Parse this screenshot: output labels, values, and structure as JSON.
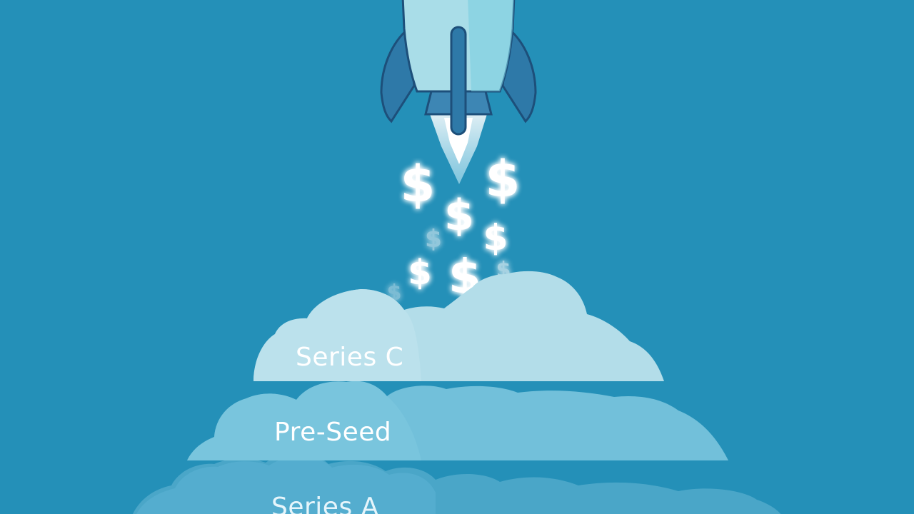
{
  "illustration": {
    "currency_symbol": "$",
    "tiers": [
      {
        "label": "Series C"
      },
      {
        "label": "Pre-Seed"
      },
      {
        "label": "Series A"
      }
    ]
  },
  "colors": {
    "background": "#2490b8",
    "rocket_body": "#a9dde8",
    "rocket_outline": "#1d4f7a",
    "fin": "#2e79a8",
    "flame": "#e8f8ff",
    "cloud_top": "#b3dde9",
    "cloud_middle": "#72c0da",
    "cloud_bottom": "#4aa6c8"
  }
}
